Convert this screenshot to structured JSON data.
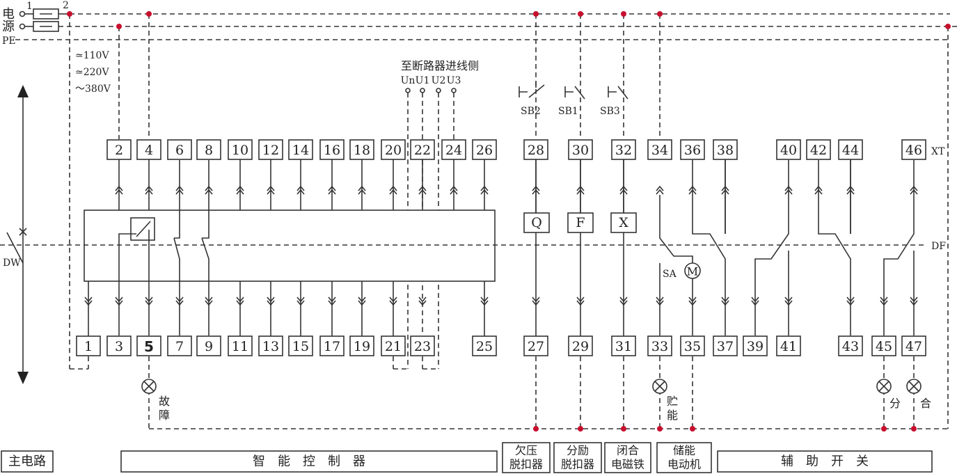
{
  "supply": {
    "label_top": "电",
    "label_bottom": "源",
    "label_pe": "PE",
    "fuse_pin_1": "1",
    "fuse_pin_2": "2",
    "voltages": [
      "≃110V",
      "≃220V",
      "～380V"
    ]
  },
  "breaker_feed": {
    "title": "至断路器进线侧",
    "phases": [
      "Un",
      "U1",
      "U2",
      "U3"
    ]
  },
  "pushbuttons": [
    "SB2",
    "SB1",
    "SB3"
  ],
  "terminals_top": [
    "2",
    "4",
    "6",
    "8",
    "10",
    "12",
    "14",
    "16",
    "18",
    "20",
    "22",
    "24",
    "26",
    "28",
    "30",
    "32",
    "34",
    "36",
    "38",
    "40",
    "42",
    "44",
    "46"
  ],
  "terminals_bottom": [
    "1",
    "3",
    "5",
    "7",
    "9",
    "11",
    "13",
    "15",
    "17",
    "19",
    "21",
    "23",
    "25",
    "27",
    "29",
    "31",
    "33",
    "35",
    "37",
    "39",
    "41",
    "43",
    "45",
    "47"
  ],
  "xt_label": "XT",
  "df_label": "DF",
  "dw_label": "DW",
  "coils": [
    "Q",
    "F",
    "X"
  ],
  "motor": {
    "switch_label": "SA",
    "motor_symbol": "M"
  },
  "lamps": {
    "fault": [
      "故",
      "障"
    ],
    "storage": [
      "贮",
      "能"
    ],
    "open": "分",
    "close": "合"
  },
  "sections": {
    "main_circuit": "主电路",
    "controller": "智　能　控　制　器",
    "undervoltage": [
      "欠压",
      "脱扣器"
    ],
    "shunt": [
      "分励",
      "脱扣器"
    ],
    "closing": [
      "闭合",
      "电磁铁"
    ],
    "storage_motor": [
      "储能",
      "电动机"
    ],
    "aux_switch": "辅　助　开　关"
  },
  "colors": {
    "node": "#c8102e",
    "line": "#333333"
  }
}
